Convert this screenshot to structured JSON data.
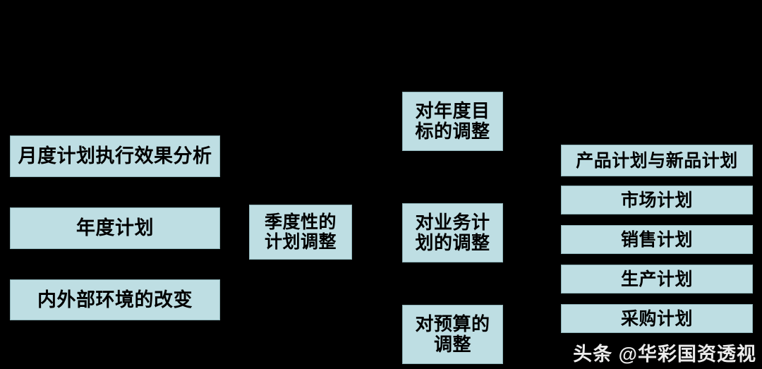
{
  "diagram": {
    "background_color": "#000000",
    "node_fill_color": "#bedee3",
    "node_border_color": "#8fb4b9",
    "node_text_color": "#000000",
    "columns": {
      "inputs": [
        {
          "id": "monthly-analysis",
          "label": "月度计划执行效果分析"
        },
        {
          "id": "annual-plan",
          "label": "年度计划"
        },
        {
          "id": "environment-change",
          "label": "内外部环境的改变"
        }
      ],
      "process": [
        {
          "id": "quarterly-adjustment",
          "label": "季度性的\n计划调整"
        }
      ],
      "adjustments": [
        {
          "id": "adjust-annual-goal",
          "label": "对年度目\n标的调整"
        },
        {
          "id": "adjust-business-plan",
          "label": "对业务计\n划的调整"
        },
        {
          "id": "adjust-budget",
          "label": "对预算的\n调整"
        }
      ],
      "business_plans": [
        {
          "id": "plan-product",
          "label": "产品计划与新品计划"
        },
        {
          "id": "plan-market",
          "label": "市场计划"
        },
        {
          "id": "plan-sales",
          "label": "销售计划"
        },
        {
          "id": "plan-produce",
          "label": "生产计划"
        },
        {
          "id": "plan-purchase",
          "label": "采购计划"
        }
      ]
    }
  },
  "watermark": {
    "text": "头条 @华彩国资透视",
    "color": "#ffffff"
  }
}
